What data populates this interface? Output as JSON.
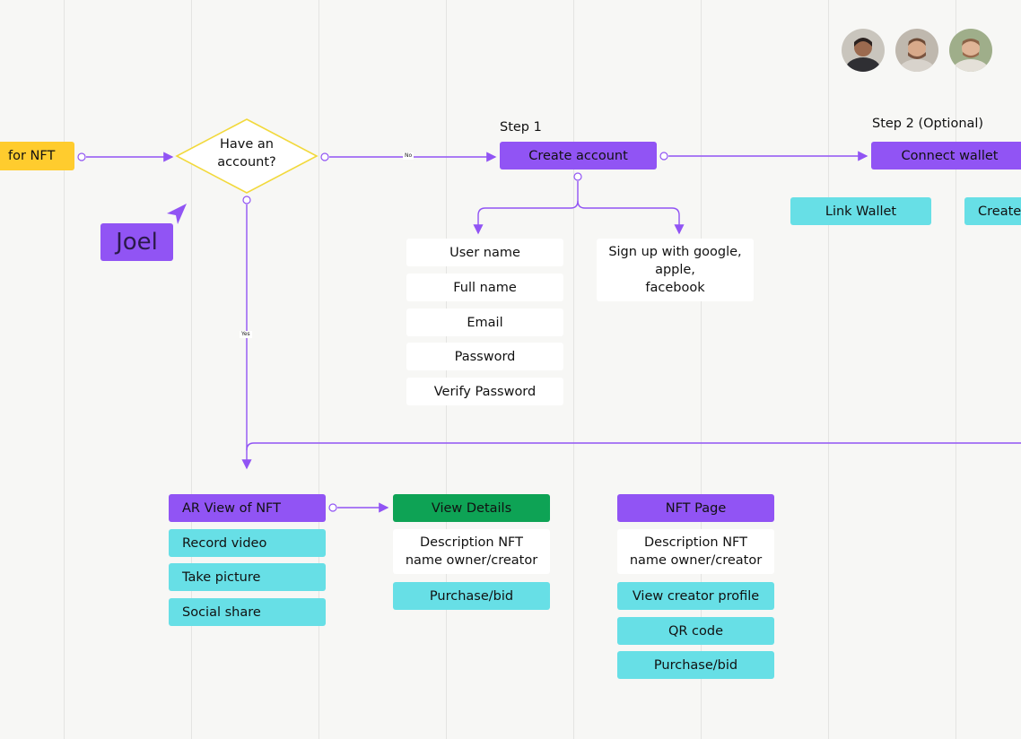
{
  "colors": {
    "purple": "#9154f4",
    "cyan": "#67dfe6",
    "white": "#ffffff",
    "yellow": "#ffcc2e",
    "green": "#0ea355",
    "diamond_border": "#f2d93c",
    "connector": "#9154f4",
    "background": "#f7f7f5"
  },
  "start_node": {
    "label": "for NFT"
  },
  "decision": {
    "line1": "Have an",
    "line2": "account?"
  },
  "edge_labels": {
    "no": "No",
    "yes": "Yes"
  },
  "step1": {
    "label": "Step 1",
    "node": "Create account",
    "fields": [
      "User name",
      "Full name",
      "Email",
      "Password",
      "Verify Password"
    ],
    "social": {
      "line1": "Sign up with google,",
      "line2": "apple,",
      "line3": "facebook"
    }
  },
  "step2": {
    "label": "Step 2 (Optional)",
    "node": "Connect wallet",
    "options": [
      "Link Wallet",
      "Create"
    ]
  },
  "cursor": {
    "name": "Joel"
  },
  "collaborators": [
    {
      "icon": "avatar-1"
    },
    {
      "icon": "avatar-2"
    },
    {
      "icon": "avatar-3"
    }
  ],
  "ar_view": {
    "title": "AR View of NFT",
    "items": [
      "Record video",
      "Take picture",
      "Social share"
    ]
  },
  "view_details": {
    "title": "View Details",
    "description_line1": "Description NFT",
    "description_line2": "name owner/creator",
    "action": "Purchase/bid"
  },
  "nft_page": {
    "title": "NFT Page",
    "description_line1": "Description NFT",
    "description_line2": "name owner/creator",
    "actions": [
      "View creator profile",
      "QR code",
      "Purchase/bid"
    ]
  }
}
